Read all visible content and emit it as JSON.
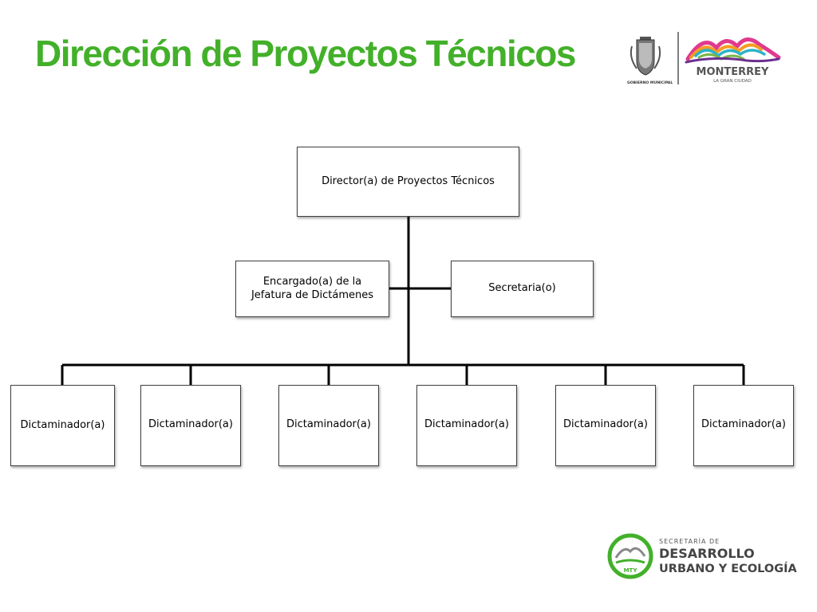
{
  "header": {
    "title": "Dirección de Proyectos Técnicos"
  },
  "logos": {
    "municipal_caption": "GOBIERNO MUNICIPAL",
    "city_name": "MONTERREY",
    "city_tagline": "LA GRAN CIUDAD",
    "secretaria_line1": "SECRETARÍA DE",
    "secretaria_line2": "DESARROLLO",
    "secretaria_line3": "URBANO Y ECOLOGÍA",
    "badge_text": "MTY"
  },
  "org": {
    "director": "Director(a) de Proyectos Técnicos",
    "jefatura": "Encargado(a) de la Jefatura de Dictámenes",
    "secretaria": "Secretaria(o)",
    "dictaminadores": [
      "Dictaminador(a)",
      "Dictaminador(a)",
      "Dictaminador(a)",
      "Dictaminador(a)",
      "Dictaminador(a)",
      "Dictaminador(a)"
    ]
  },
  "colors": {
    "title_green": "#43b02a",
    "line": "#000000",
    "box_border": "#404040"
  }
}
